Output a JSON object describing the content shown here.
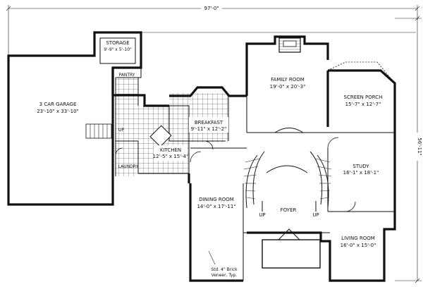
{
  "dimensions": {
    "overall_width": "97'-0\"",
    "overall_depth": "56'-11\""
  },
  "rooms": {
    "storage": {
      "name": "STORAGE",
      "size": "9'-9\" x 5'-10\""
    },
    "pantry": {
      "name": "PANTRY"
    },
    "garage": {
      "name": "3 CAR GARAGE",
      "size": "23'-10\" x 33'-10\""
    },
    "family": {
      "name": "FAMILY ROOM",
      "size": "19'-0\" x 20'-3\""
    },
    "screen": {
      "name": "SCREEN PORCH",
      "size": "15'-7\" x 12'-7\""
    },
    "breakfast": {
      "name": "BREAKFAST",
      "size": "9'-11\" x 12'-2\""
    },
    "kitchen": {
      "name": "KITCHEN",
      "size": "12'-5\" x 15'-4\""
    },
    "laundry": {
      "name": "LAUNDRY"
    },
    "study": {
      "name": "STUDY",
      "size": "16'-1\" x 18'-1\""
    },
    "dining": {
      "name": "DINING ROOM",
      "size": "14'-0\" x 17'-11\""
    },
    "foyer": {
      "name": "FOYER"
    },
    "living": {
      "name": "LIVING ROOM",
      "size": "16'-0\" x 15'-0\""
    }
  },
  "stairs": {
    "up_left": "UP",
    "up_right": "UP",
    "up_garage": "UP"
  },
  "note": {
    "line1": "Std. 4\" Brick",
    "line2": "Veneer, Typ."
  }
}
